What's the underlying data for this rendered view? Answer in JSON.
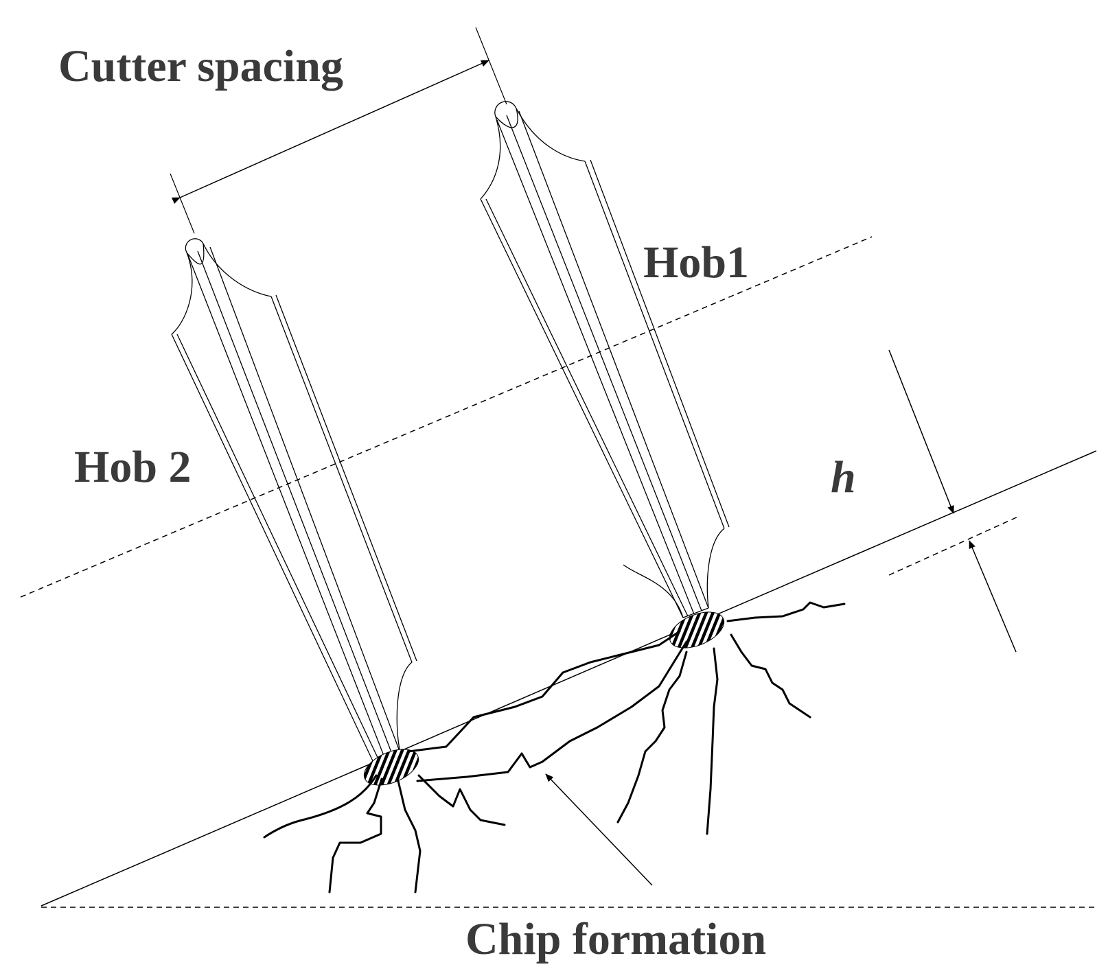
{
  "labels": {
    "cutter_spacing": "Cutter spacing",
    "hob1": "Hob1",
    "hob2": "Hob 2",
    "h": "h",
    "chip_formation": "Chip formation"
  },
  "colors": {
    "line": "#000000",
    "text": "#3a3a3a",
    "background": "#ffffff"
  }
}
